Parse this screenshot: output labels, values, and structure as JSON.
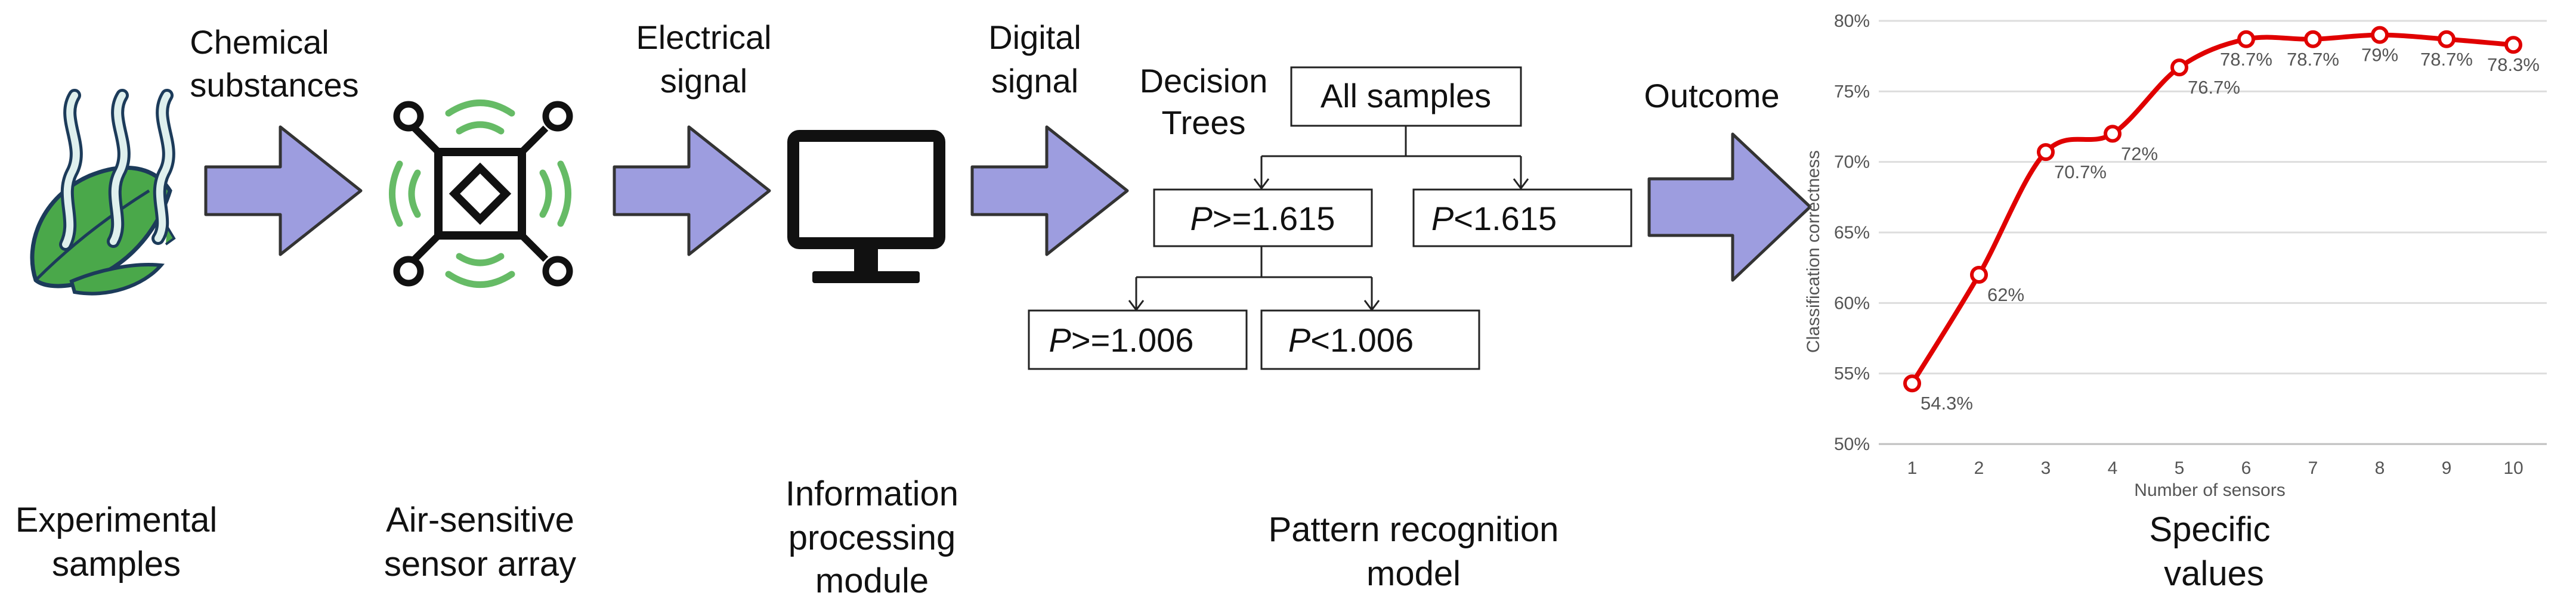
{
  "labels": {
    "chemical_1": "Chemical",
    "chemical_2": "substances",
    "electrical_1": "Electrical",
    "electrical_2": "signal",
    "digital_1": "Digital",
    "digital_2": "signal",
    "decision_1": "Decision",
    "decision_2": "Trees",
    "outcome": "Outcome",
    "experimental_1": "Experimental",
    "experimental_2": "samples",
    "sensor_1": "Air-sensitive",
    "sensor_2": "sensor array",
    "info_1": "Information",
    "info_2": "processing",
    "info_3": "module",
    "pattern_1": "Pattern recognition",
    "pattern_2": "model",
    "specific_1": "Specific",
    "specific_2": "values"
  },
  "tree": {
    "root": "All samples",
    "left": {
      "var": "P",
      "op": ">=1.615"
    },
    "right": {
      "var": "P",
      "op": "<1.615"
    },
    "left_left": {
      "var": "P",
      "op": ">=1.006"
    },
    "left_right": {
      "var": "P",
      "op": "<1.006"
    }
  },
  "colors": {
    "arrow_fill": "#9d9ddf",
    "arrow_stroke": "#333333",
    "leaf_green": "#4aa84a",
    "leaf_dark": "#1c3b5a",
    "wave_green": "#66bb66",
    "line_red": "#e00000"
  },
  "icons": [
    "leaf-with-vapor-icon",
    "sensor-array-icon",
    "monitor-icon"
  ],
  "chart_data": {
    "type": "line",
    "xlabel": "Number of sensors",
    "ylabel": "Classification correctness",
    "x": [
      1,
      2,
      3,
      4,
      5,
      6,
      7,
      8,
      9,
      10
    ],
    "x_tick_labels": [
      "1",
      "2",
      "3",
      "4",
      "5",
      "6",
      "7",
      "8",
      "9",
      "10"
    ],
    "ylim": [
      50,
      80
    ],
    "y_ticks": [
      50,
      55,
      60,
      65,
      70,
      75,
      80
    ],
    "y_tick_labels": [
      "50%",
      "55%",
      "60%",
      "65%",
      "70%",
      "75%",
      "80%"
    ],
    "series": [
      {
        "values": [
          54.3,
          62,
          70.7,
          72,
          76.7,
          78.7,
          78.7,
          79,
          78.7,
          78.3
        ],
        "data_labels": [
          "54.3%",
          "62%",
          "70.7%",
          "72%",
          "76.7%",
          "78.7%",
          "78.7%",
          "79%",
          "78.7%",
          "78.3%"
        ],
        "color": "#e00000",
        "smooth": true,
        "marker": "open-circle"
      }
    ],
    "grid": "horizontal",
    "legend": "none"
  }
}
